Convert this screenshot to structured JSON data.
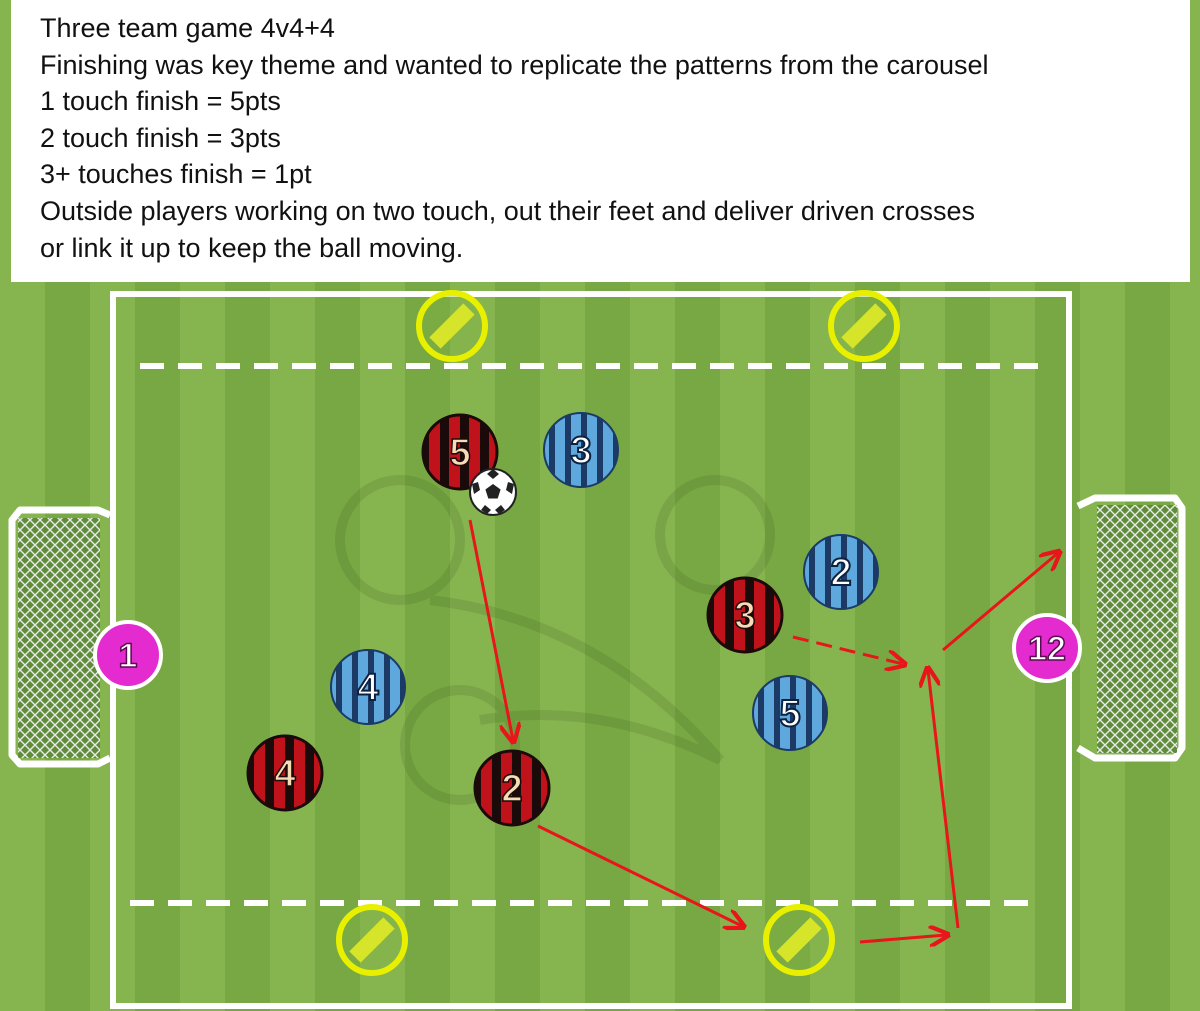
{
  "notes": {
    "lines": [
      "Three team game 4v4+4",
      "Finishing was key theme and wanted to replicate the patterns from the carousel",
      "1 touch finish = 5pts",
      "2 touch finish = 3pts",
      "3+ touches finish = 1pt",
      "Outside players working on two touch, out their feet and deliver driven crosses",
      "or link it up to keep the ball moving."
    ]
  },
  "colors": {
    "red_team": "#c0121a",
    "black_stripe": "#1a0a0a",
    "blue_team": "#5fa8dd",
    "blue_stripe": "#1b3a66",
    "goalkeeper": "#e42bd0",
    "cone": "#e8f000",
    "arrow": "#e8161a",
    "line": "#ffffff",
    "number_red": "#f5dcb4",
    "number_blue": "#ffffff"
  },
  "players": {
    "red": [
      "5",
      "3",
      "4",
      "2"
    ],
    "blue": [
      "3",
      "2",
      "4",
      "5"
    ],
    "goalkeepers": [
      "1",
      "12"
    ]
  },
  "icons": {
    "ball": "soccer-ball-icon",
    "cone": "target-cone-icon",
    "goal": "goal-net-icon"
  }
}
